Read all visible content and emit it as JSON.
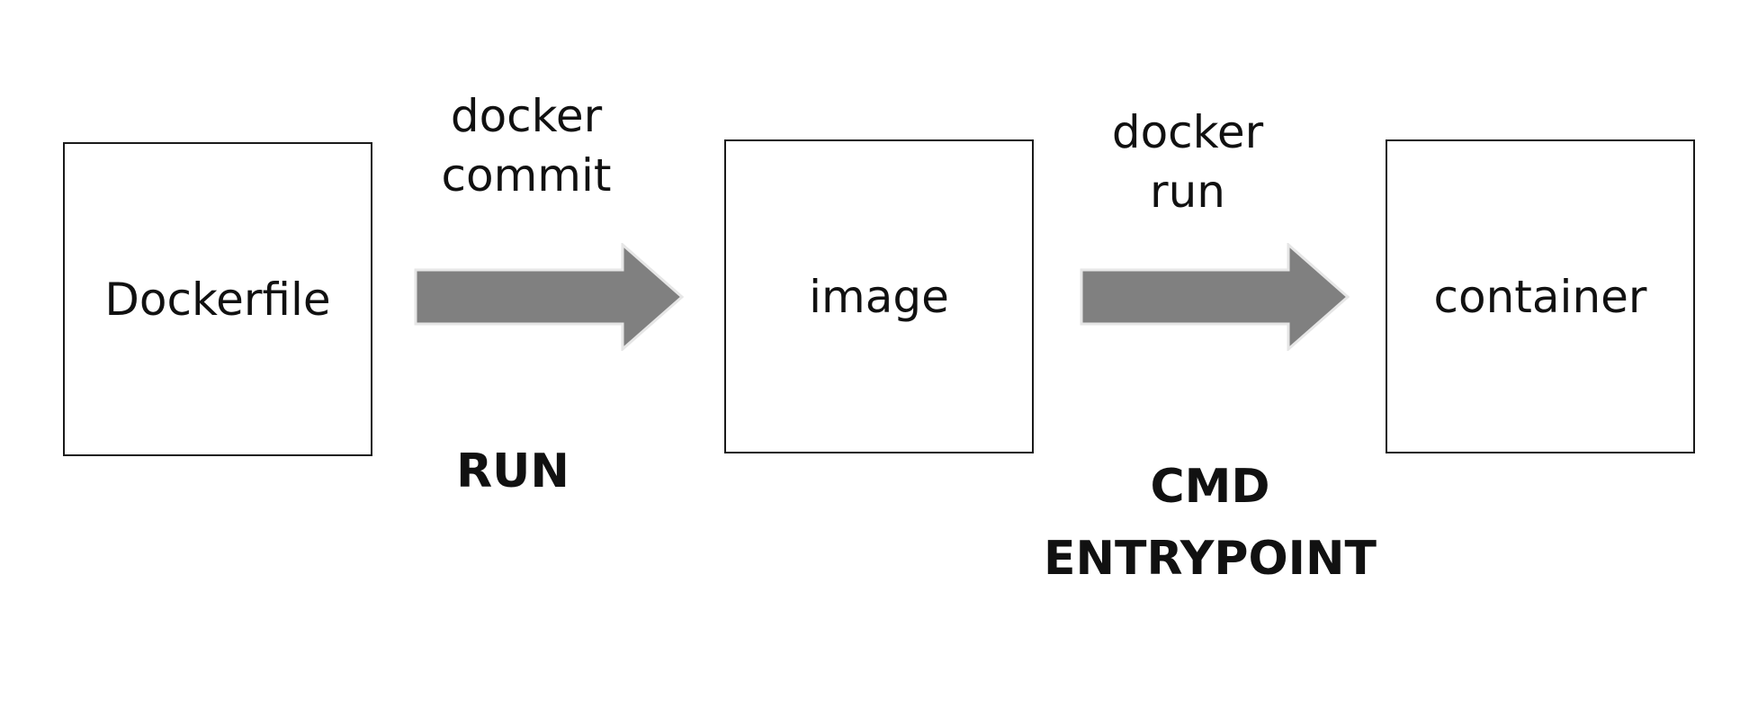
{
  "nodes": [
    {
      "label": "Dockerfile"
    },
    {
      "label": "image"
    },
    {
      "label": "container"
    }
  ],
  "transitions": [
    {
      "command_lines": [
        "docker",
        "commit"
      ],
      "instruction_lines": [
        "RUN"
      ]
    },
    {
      "command_lines": [
        "docker",
        "run"
      ],
      "instruction_lines": [
        "CMD",
        "ENTRYPOINT"
      ]
    }
  ],
  "colors": {
    "arrow_fill": "#808080",
    "arrow_outline": "#e6e6e6",
    "box_border": "#1a1a1a",
    "text": "#111111",
    "background": "#ffffff"
  }
}
